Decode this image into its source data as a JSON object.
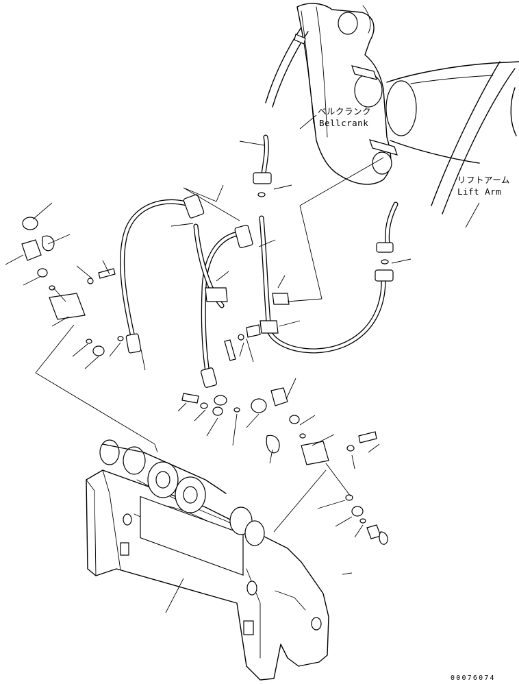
{
  "labels": {
    "bellcrank_jp": "ベルクランク",
    "bellcrank_en": "Bellcrank",
    "lift_arm_jp": "リフトアーム",
    "lift_arm_en": "Lift Arm"
  },
  "document_number": "00076074"
}
